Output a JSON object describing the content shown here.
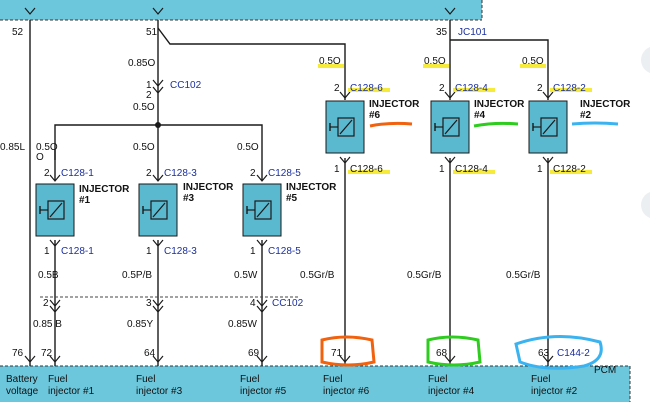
{
  "title": "Fuel injector wiring diagram",
  "colors": {
    "band": "#6cc7dc",
    "box": "#5ab8cf",
    "wire": "#1a1a1a",
    "connector": "#1a2fa0",
    "yellow": "#f6ea3a",
    "orange": "#f1620f",
    "green": "#2ecc1f",
    "cyan": "#3ab3f0"
  },
  "top": {
    "pin52": "52",
    "pin51": "51",
    "pin35": "35",
    "jc101": "JC101",
    "w085o": "0.85O",
    "cc102": "CC102",
    "pin1": "1",
    "pin2": "2",
    "w05o_mid": "0.5O",
    "w085l": "0.85L"
  },
  "injectors": {
    "i1": {
      "conn_top": "C128-1",
      "conn_bot": "C128-1",
      "name": "INJECTOR",
      "num": "#1",
      "w_top": "0.5O",
      "w_top_extra": "O",
      "w_bot": "0.5B",
      "pin2": "2",
      "pin1": "1"
    },
    "i3": {
      "conn_top": "C128-3",
      "conn_bot": "C128-3",
      "name": "INJECTOR",
      "num": "#3",
      "w_top": "0.5O",
      "w_bot": "0.5P/B",
      "pin2": "2",
      "pin1": "1"
    },
    "i5": {
      "conn_top": "C128-5",
      "conn_bot": "C128-5",
      "name": "INJECTOR",
      "num": "#5",
      "w_top": "0.5O",
      "w_bot": "0.5W",
      "pin2": "2",
      "pin1": "1"
    },
    "i6": {
      "conn_top": "C128-6",
      "conn_bot": "C128-6",
      "name": "INJECTOR",
      "num": "#6",
      "w_top": "0.5O",
      "w_bot": "0.5Gr/B",
      "pin2": "2",
      "pin1": "1"
    },
    "i4": {
      "conn_top": "C128-4",
      "conn_bot": "C128-4",
      "name": "INJECTOR",
      "num": "#4",
      "w_top": "0.5O",
      "w_bot": "0.5Gr/B",
      "pin2": "2",
      "pin1": "1"
    },
    "i2": {
      "conn_top": "C128-2",
      "conn_bot": "C128-2",
      "name": "INJECTOR",
      "num": "#2",
      "w_top": "0.5O",
      "w_bot": "0.5Gr/B",
      "pin2": "2",
      "pin1": "1"
    }
  },
  "lower": {
    "p2": "2",
    "p3": "3",
    "p4": "4",
    "cc102": "CC102",
    "w085b": "0.85 B",
    "w085y": "0.85Y",
    "w085w": "0.85W"
  },
  "pcm": {
    "label": "PCM",
    "pins": [
      "76",
      "72",
      "64",
      "69",
      "71",
      "68",
      "63"
    ],
    "c144": "C144-2",
    "names": [
      {
        "l1": "Battery",
        "l2": "voltage"
      },
      {
        "l1": "Fuel",
        "l2": "injector #1"
      },
      {
        "l1": "Fuel",
        "l2": "injector #3"
      },
      {
        "l1": "Fuel",
        "l2": "injector #5"
      },
      {
        "l1": "Fuel",
        "l2": "injector #6"
      },
      {
        "l1": "Fuel",
        "l2": "injector #4"
      },
      {
        "l1": "Fuel",
        "l2": "injector #2"
      }
    ]
  }
}
